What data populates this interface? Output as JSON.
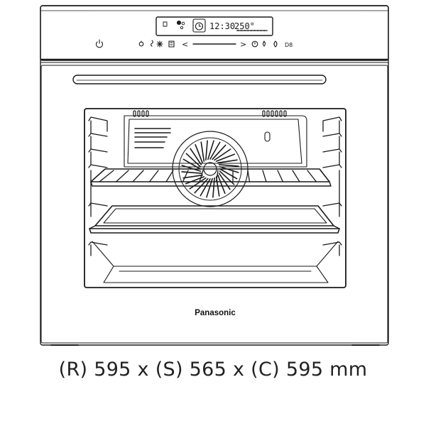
{
  "oven": {
    "brand": "Panasonic",
    "display_time": "12:30",
    "display_temp": "250°",
    "slider_left": "<",
    "slider_right": ">",
    "icon_symbol": "D8"
  },
  "caption": "(R) 595 x (S) 565 x (C) 595 mm"
}
